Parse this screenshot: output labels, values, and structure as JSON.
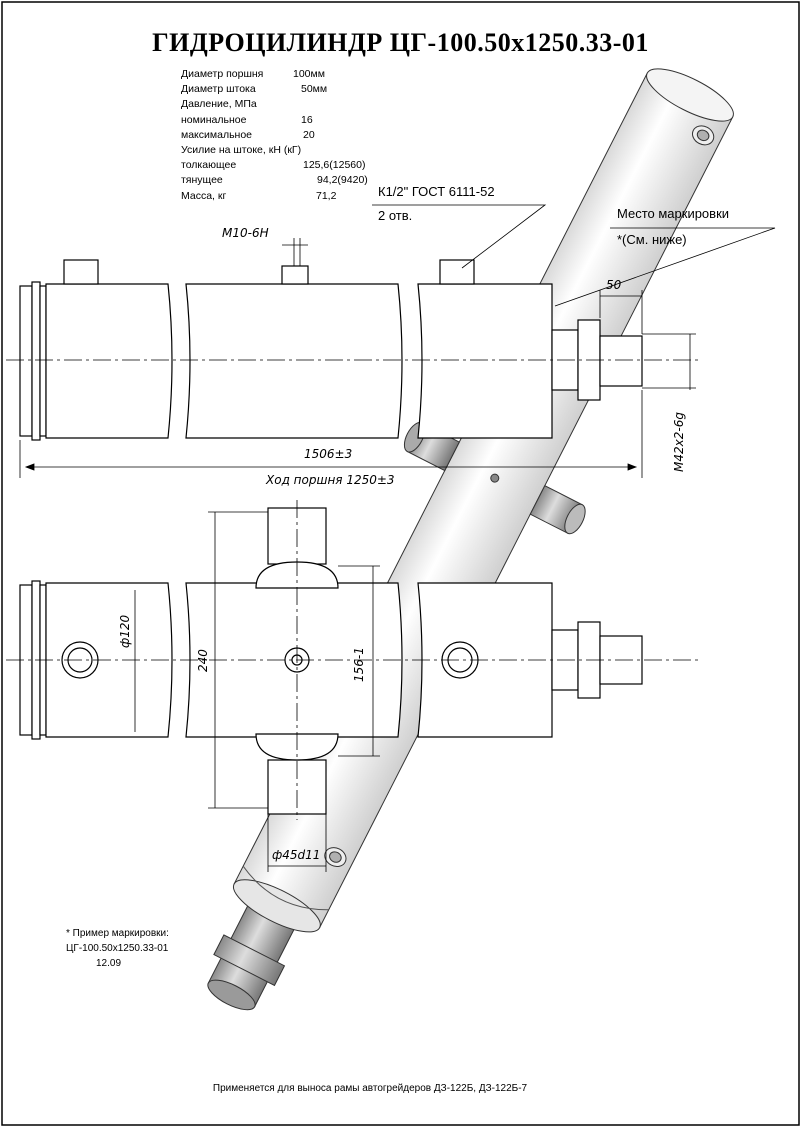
{
  "title": "ГИДРОЦИЛИНДР  ЦГ-100.50х1250.33-01",
  "specs": [
    {
      "label": "Диаметр поршня",
      "value": "100мм"
    },
    {
      "label": "Диаметр штока",
      "value": "50мм"
    },
    {
      "label": "Давление, МПа",
      "value": ""
    },
    {
      "label": "номинальное",
      "value": "16"
    },
    {
      "label": "максимальное",
      "value": "20"
    },
    {
      "label": "Усилие на штоке, кН (кГ)",
      "value": ""
    },
    {
      "label": "толкающее",
      "value": "125,6(12560)"
    },
    {
      "label": "тянущее",
      "value": "94,2(9420)"
    },
    {
      "label": "Масса, кг",
      "value": "71,2"
    }
  ],
  "callouts": {
    "port_thread": "К1/2\" ГОСТ 6111-52",
    "port_count": "2 отв.",
    "marking_place": "Место маркировки",
    "marking_ref": "*(См. ниже)",
    "bolt_thread": "М10-6Н"
  },
  "dimensions": {
    "rod_protrusion": "50",
    "total_length": "1506±3",
    "stroke": "Ход поршня 1250±3",
    "rod_thread": "М42х2-6g",
    "bore_dia": "ф120",
    "trunnion_span": "240",
    "trunnion_inner": "156-1",
    "trunnion_dia": "ф45d11"
  },
  "marking_example": {
    "heading": "* Пример маркировки:",
    "line1": "ЦГ-100.50х1250.33-01",
    "line2": "12.09"
  },
  "footer": "Применяется для выноса рамы автогрейдеров ДЗ-122Б, ДЗ-122Б-7",
  "colors": {
    "ink": "#000000",
    "paper": "#ffffff",
    "shade": "#bfbfbf"
  }
}
